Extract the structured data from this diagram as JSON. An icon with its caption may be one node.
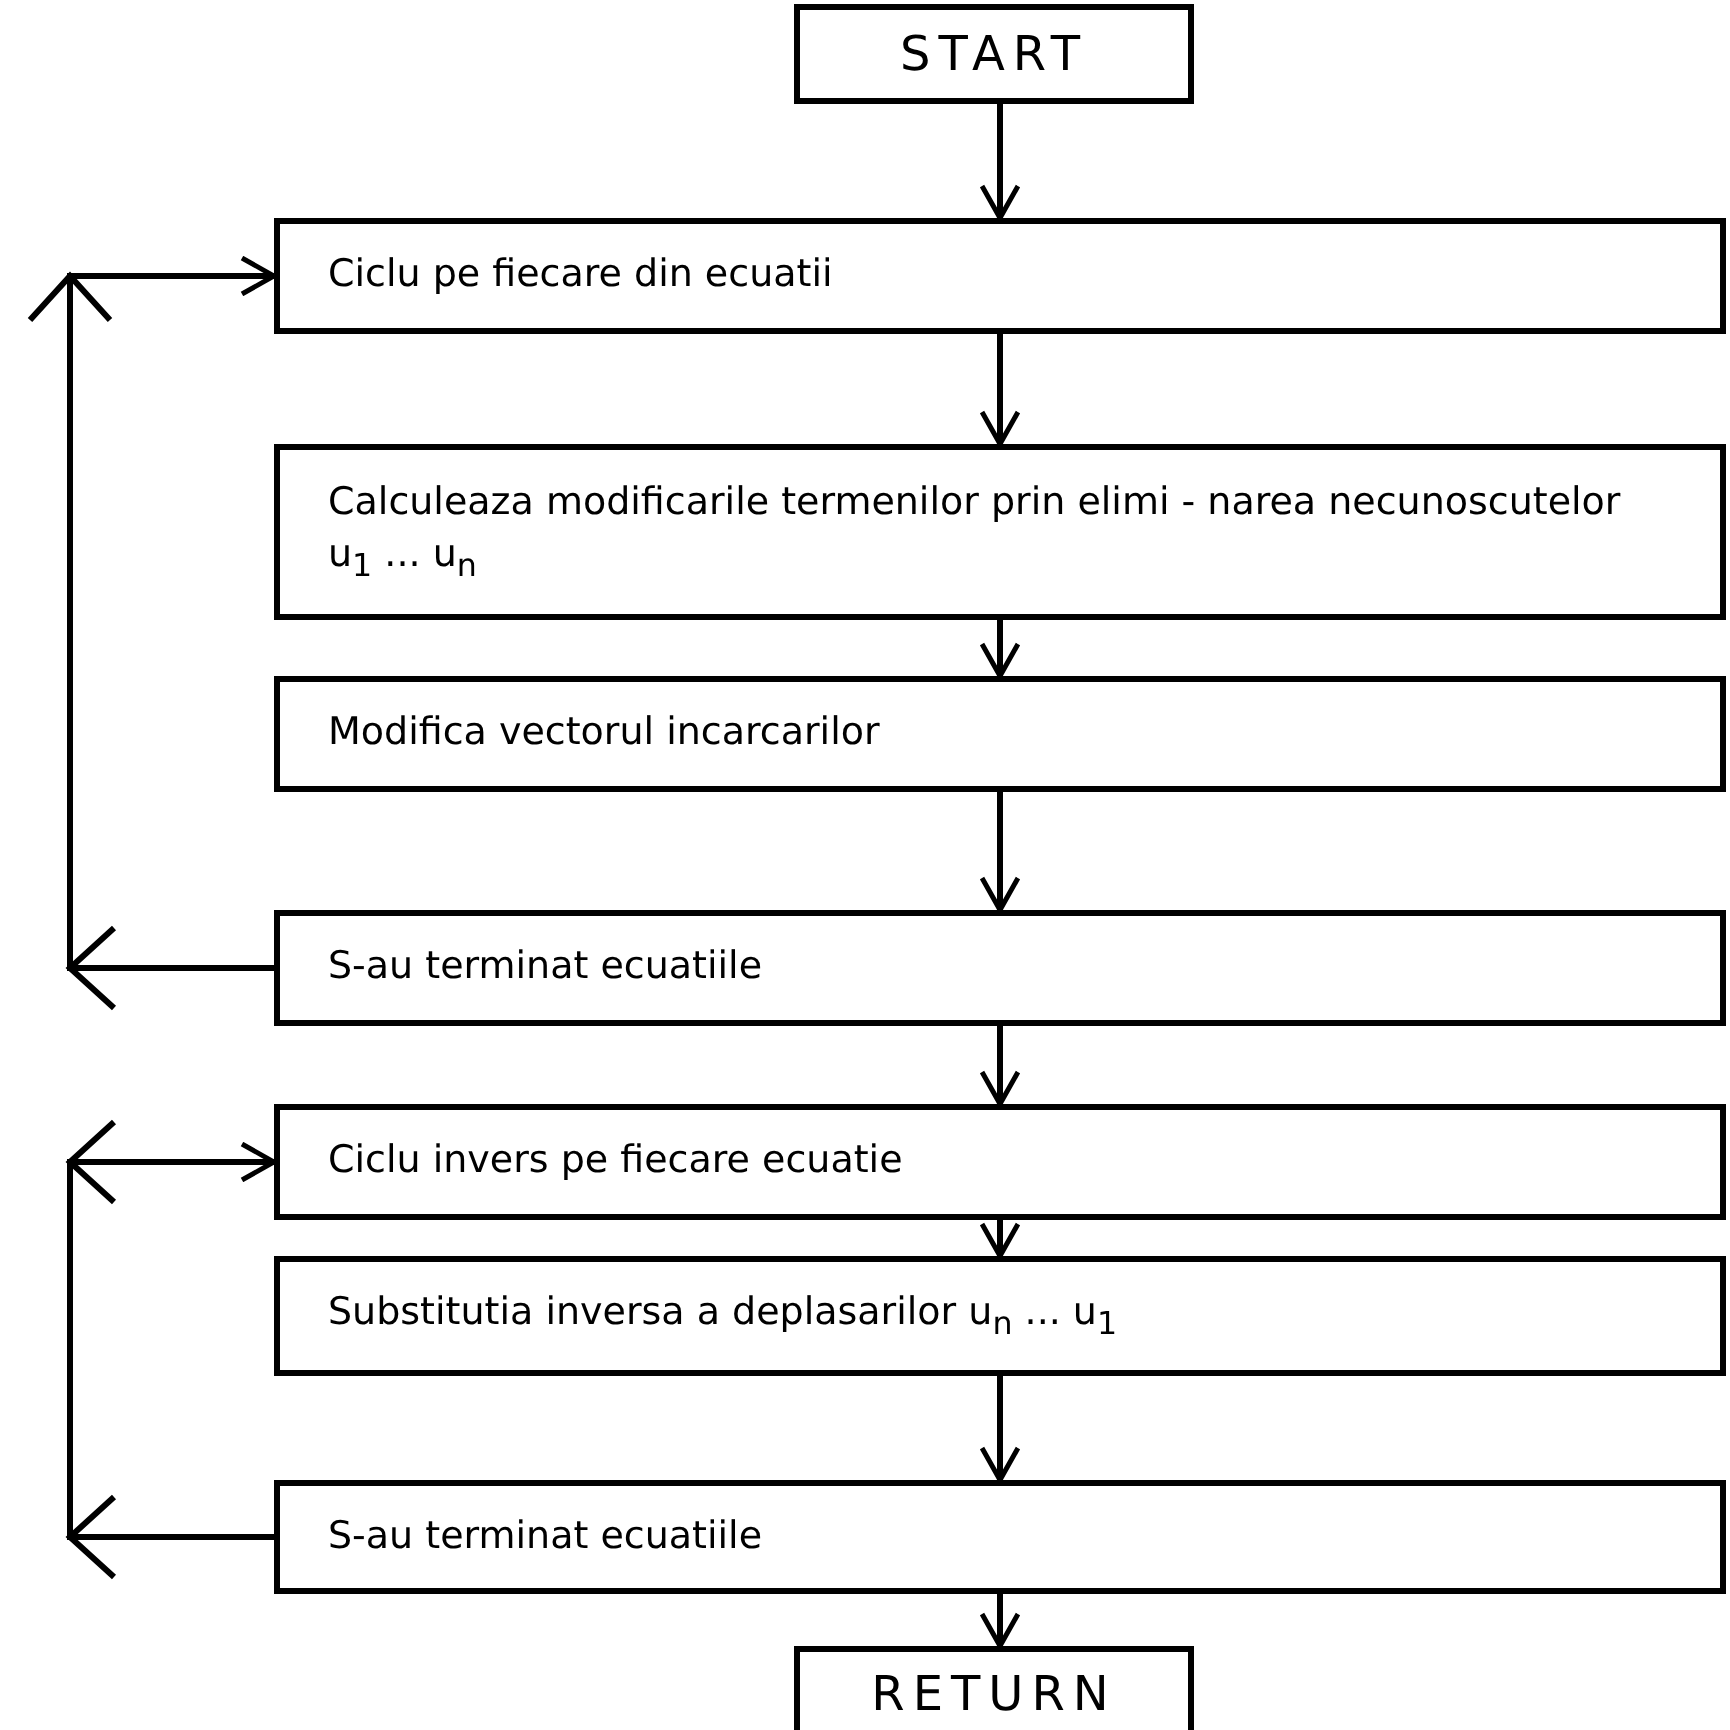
{
  "diagram": {
    "nodes": [
      {
        "text": [
          "START"
        ]
      },
      {
        "text": [
          "Ciclu pe fiecare din ecuatii"
        ]
      },
      {
        "text": [
          "Calculeaza modificarile termenilor prin elimi - narea necunoscutelor u$_{1}$ ... u$_{n}$"
        ]
      },
      {
        "text": [
          "Modifica vectorul incarcarilor"
        ]
      },
      {
        "text": [
          "S-au terminat ecuatiile"
        ]
      },
      {
        "text": [
          "Ciclu invers pe fiecare ecuatie"
        ]
      },
      {
        "text": [
          "Substitutia inversa a deplasarilor u$_{n}$ ... u$_{1}$"
        ]
      },
      {
        "text": [
          "S-au terminat ecuatiile"
        ]
      },
      {
        "text": [
          "RETURN"
        ]
      }
    ],
    "edges": [
      {
        "from": 0,
        "to": 1,
        "arrow": "to"
      },
      {
        "from": 1,
        "to": 2,
        "arrow": "to"
      },
      {
        "from": 2,
        "to": 3,
        "arrow": "to"
      },
      {
        "from": 3,
        "to": 4,
        "arrow": "to"
      },
      {
        "from": 4,
        "to": 5,
        "arrow": "to"
      },
      {
        "from": 5,
        "to": 6,
        "arrow": "to"
      },
      {
        "from": 6,
        "to": 7,
        "arrow": "to"
      },
      {
        "from": 7,
        "to": 8,
        "arrow": "to"
      },
      {
        "from": 4,
        "to": 1,
        "arrow": "to"
      },
      {
        "from": 7,
        "to": 5,
        "arrow": "to"
      }
    ]
  }
}
